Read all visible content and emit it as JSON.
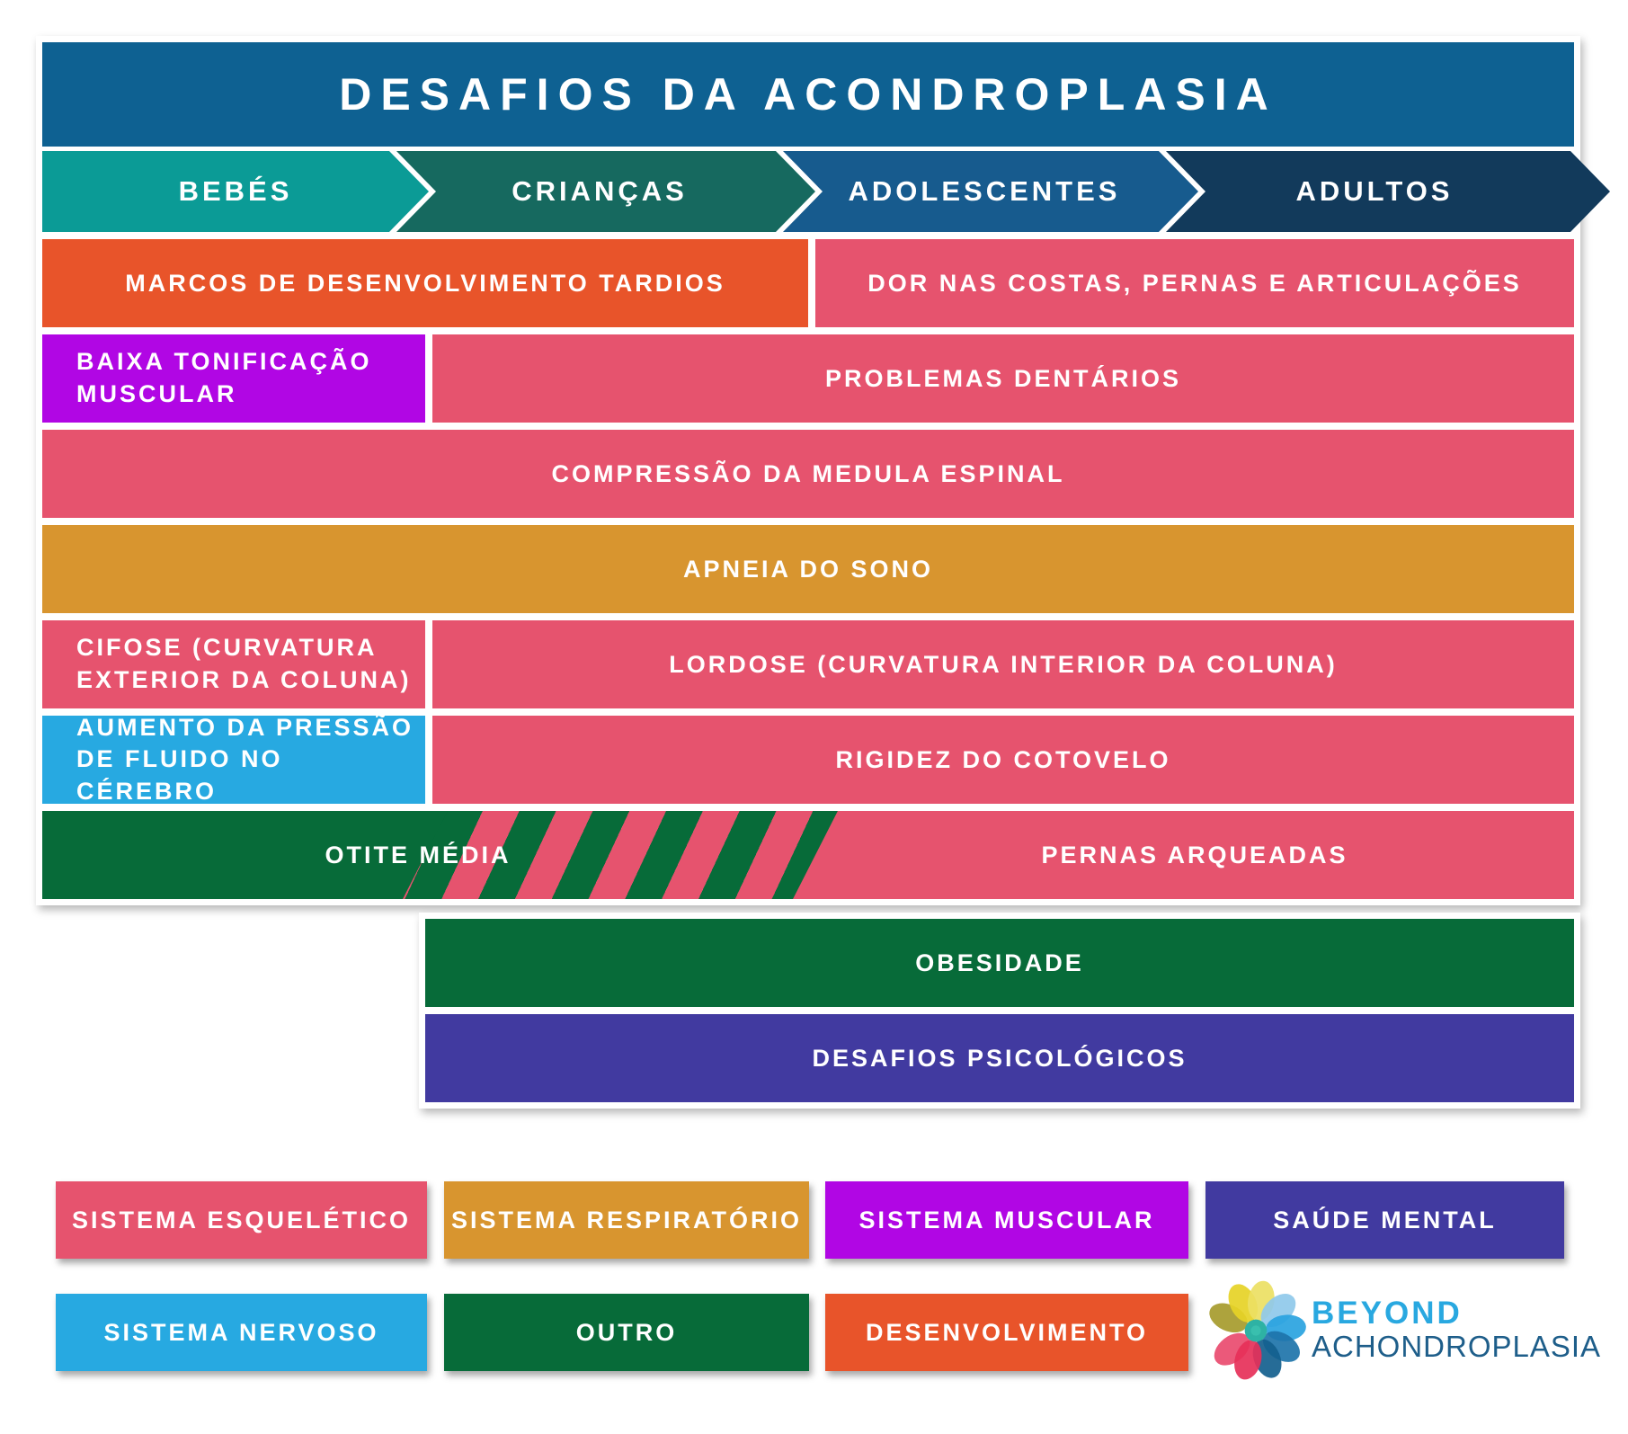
{
  "title": "DESAFIOS DA ACONDROPLASIA",
  "colors": {
    "title_bar": "#0e6192",
    "sistema_esqueletico": "#e6536e",
    "sistema_respiratorio": "#d8952f",
    "sistema_muscular": "#b106e4",
    "saude_mental": "#413aa0",
    "sistema_nervoso": "#27a9e1",
    "outro": "#076b39",
    "desenvolvimento": "#e8542a",
    "bebes": "#0b9b96",
    "criancas": "#16695f",
    "adolescentes": "#175b8e",
    "adultos": "#123a5b"
  },
  "age_groups": [
    {
      "label": "BEBÉS",
      "color": "#0b9b96"
    },
    {
      "label": "CRIANÇAS",
      "color": "#16695f"
    },
    {
      "label": "ADOLESCENTES",
      "color": "#175b8e"
    },
    {
      "label": "ADULTOS",
      "color": "#123a5b"
    }
  ],
  "rows": [
    {
      "bars": [
        {
          "label": "MARCOS DE DESENVOLVIMENTO TARDIOS",
          "category": "desenvolvimento",
          "color": "#e8542a",
          "span": "bebes-criancas"
        },
        {
          "label": "DOR NAS COSTAS, PERNAS E ARTICULAÇÕES",
          "category": "sistema_esqueletico",
          "color": "#e6536e",
          "span": "adolescentes-adultos"
        }
      ]
    },
    {
      "bars": [
        {
          "label": "BAIXA TONIFICAÇÃO MUSCULAR",
          "category": "sistema_muscular",
          "color": "#b106e4",
          "span": "bebes"
        },
        {
          "label": "PROBLEMAS DENTÁRIOS",
          "category": "sistema_esqueletico",
          "color": "#e6536e",
          "span": "criancas-adultos"
        }
      ]
    },
    {
      "bars": [
        {
          "label": "COMPRESSÃO DA MEDULA ESPINAL",
          "category": "sistema_esqueletico",
          "color": "#e6536e",
          "span": "todos"
        }
      ]
    },
    {
      "bars": [
        {
          "label": "APNEIA DO SONO",
          "category": "sistema_respiratorio",
          "color": "#d8952f",
          "span": "todos"
        }
      ]
    },
    {
      "bars": [
        {
          "label": "CIFOSE (CURVATURA EXTERIOR DA COLUNA)",
          "category": "sistema_esqueletico",
          "color": "#e6536e",
          "span": "bebes"
        },
        {
          "label": "LORDOSE (CURVATURA INTERIOR DA COLUNA)",
          "category": "sistema_esqueletico",
          "color": "#e6536e",
          "span": "criancas-adultos"
        }
      ]
    },
    {
      "bars": [
        {
          "label": "AUMENTO DA PRESSÃO DE FLUIDO NO CÉREBRO",
          "category": "sistema_nervoso",
          "color": "#27a9e1",
          "span": "bebes"
        },
        {
          "label": "RIGIDEZ DO COTOVELO",
          "category": "sistema_esqueletico",
          "color": "#e6536e",
          "span": "criancas-adultos"
        }
      ]
    },
    {
      "bars": [
        {
          "label": "OTITE MÉDIA",
          "category": "outro",
          "color": "#076b39",
          "span": "bebes-criancas"
        },
        {
          "label": "PERNAS ARQUEADAS",
          "category": "sistema_esqueletico",
          "color": "#e6536e",
          "span": "adolescentes-adultos"
        }
      ]
    },
    {
      "bars": [
        {
          "label": "OBESIDADE",
          "category": "outro",
          "color": "#076b39",
          "span": "criancas-adultos"
        }
      ]
    },
    {
      "bars": [
        {
          "label": "DESAFIOS PSICOLÓGICOS",
          "category": "saude_mental",
          "color": "#413aa0",
          "span": "criancas-adultos"
        }
      ]
    }
  ],
  "legend": [
    {
      "label": "SISTEMA ESQUELÉTICO",
      "color": "#e6536e"
    },
    {
      "label": "SISTEMA RESPIRATÓRIO",
      "color": "#d8952f"
    },
    {
      "label": "SISTEMA MUSCULAR",
      "color": "#b106e4"
    },
    {
      "label": "SAÚDE MENTAL",
      "color": "#413aa0"
    },
    {
      "label": "SISTEMA NERVOSO",
      "color": "#27a9e1"
    },
    {
      "label": "OUTRO",
      "color": "#076b39"
    },
    {
      "label": "DESENVOLVIMENTO",
      "color": "#e8542a"
    }
  ],
  "logo": {
    "line1": "BEYOND",
    "line2": "ACHONDROPLASIA"
  }
}
